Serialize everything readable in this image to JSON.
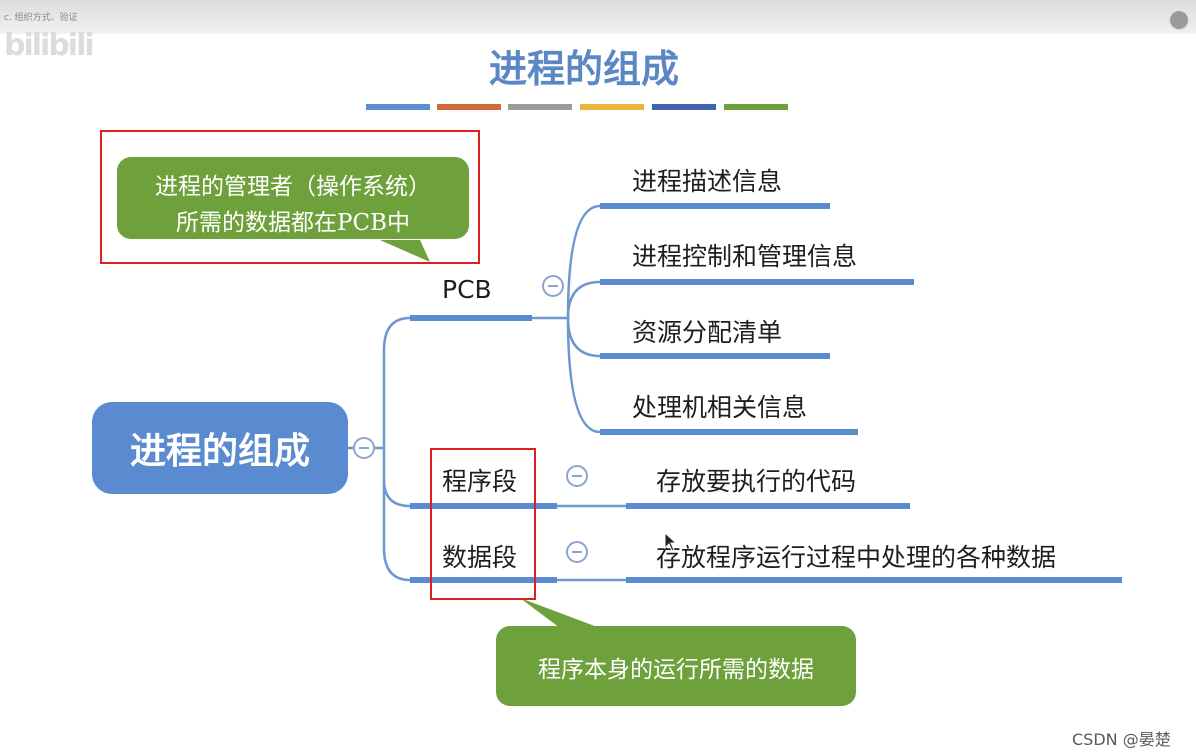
{
  "header": {
    "crumbs": "c. 组织方式、验证",
    "logo": "bilibili"
  },
  "title": "进程的组成",
  "title_bar_colors": [
    "#5b8fd0",
    "#d06a3c",
    "#9a9a9a",
    "#e9b53a",
    "#3f63b0",
    "#6ea13c"
  ],
  "main_node": "进程的组成",
  "branches": {
    "pcb": {
      "label": "PCB",
      "children": [
        "进程描述信息",
        "进程控制和管理信息",
        "资源分配清单",
        "处理机相关信息"
      ]
    },
    "program": {
      "label": "程序段",
      "child": "存放要执行的代码"
    },
    "data": {
      "label": "数据段",
      "child": "存放程序运行过程中处理的各种数据"
    }
  },
  "callout_top": {
    "line1": "进程的管理者（操作系统）",
    "line2": "所需的数据都在PCB中"
  },
  "callout_bottom": "程序本身的运行所需的数据",
  "watermark": "CSDN @晏楚",
  "colors": {
    "accent": "#5b88c4",
    "line": "#5a8bd0",
    "callout": "#6ea13c",
    "highlight": "#e02020"
  }
}
